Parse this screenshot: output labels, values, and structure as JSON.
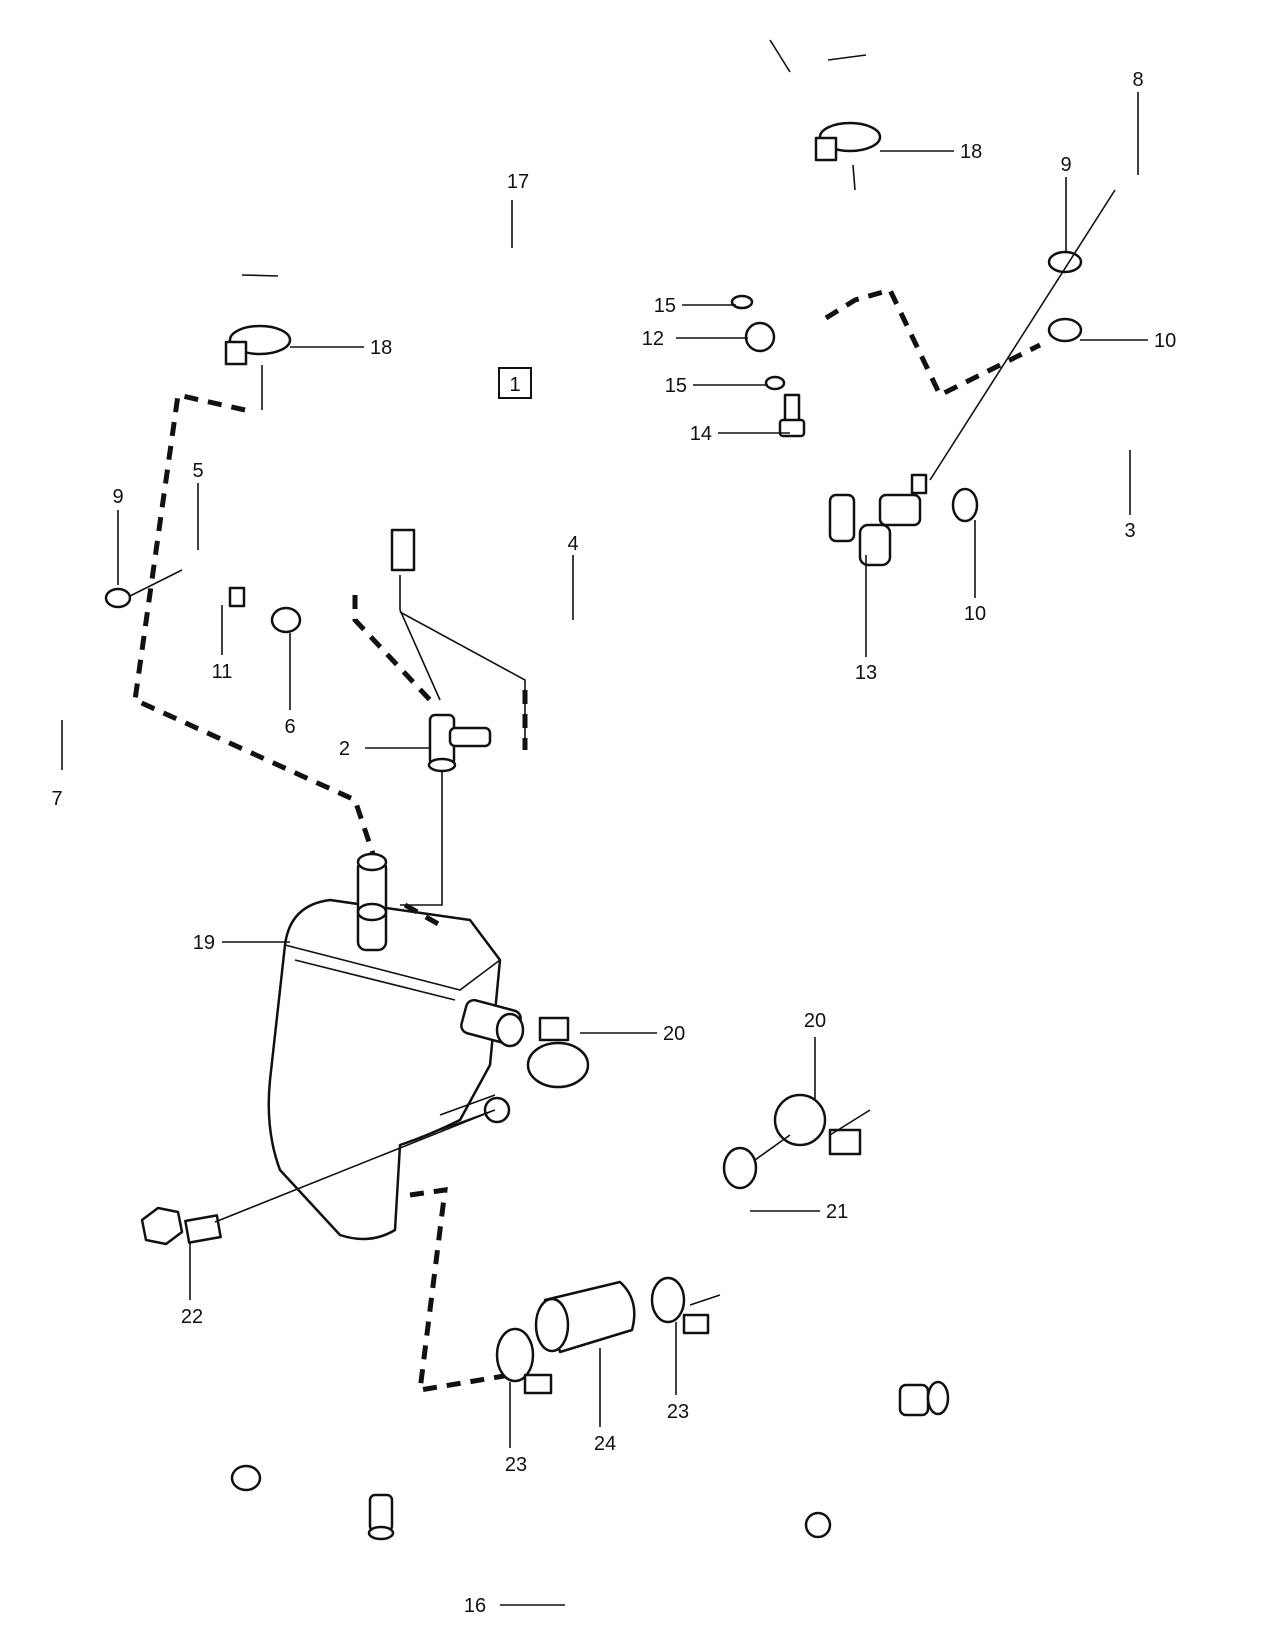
{
  "diagram": {
    "group_label": "1",
    "callouts": {
      "c2": "2",
      "c3": "3",
      "c4": "4",
      "c5": "5",
      "c6": "6",
      "c7": "7",
      "c8": "8",
      "c9a": "9",
      "c9b": "9",
      "c10a": "10",
      "c10b": "10",
      "c11": "11",
      "c12": "12",
      "c13": "13",
      "c14": "14",
      "c15a": "15",
      "c15b": "15",
      "c16": "16",
      "c17": "17",
      "c18a": "18",
      "c18b": "18",
      "c19": "19",
      "c20a": "20",
      "c20b": "20",
      "c21": "21",
      "c22": "22",
      "c23a": "23",
      "c23b": "23",
      "c24": "24"
    }
  }
}
